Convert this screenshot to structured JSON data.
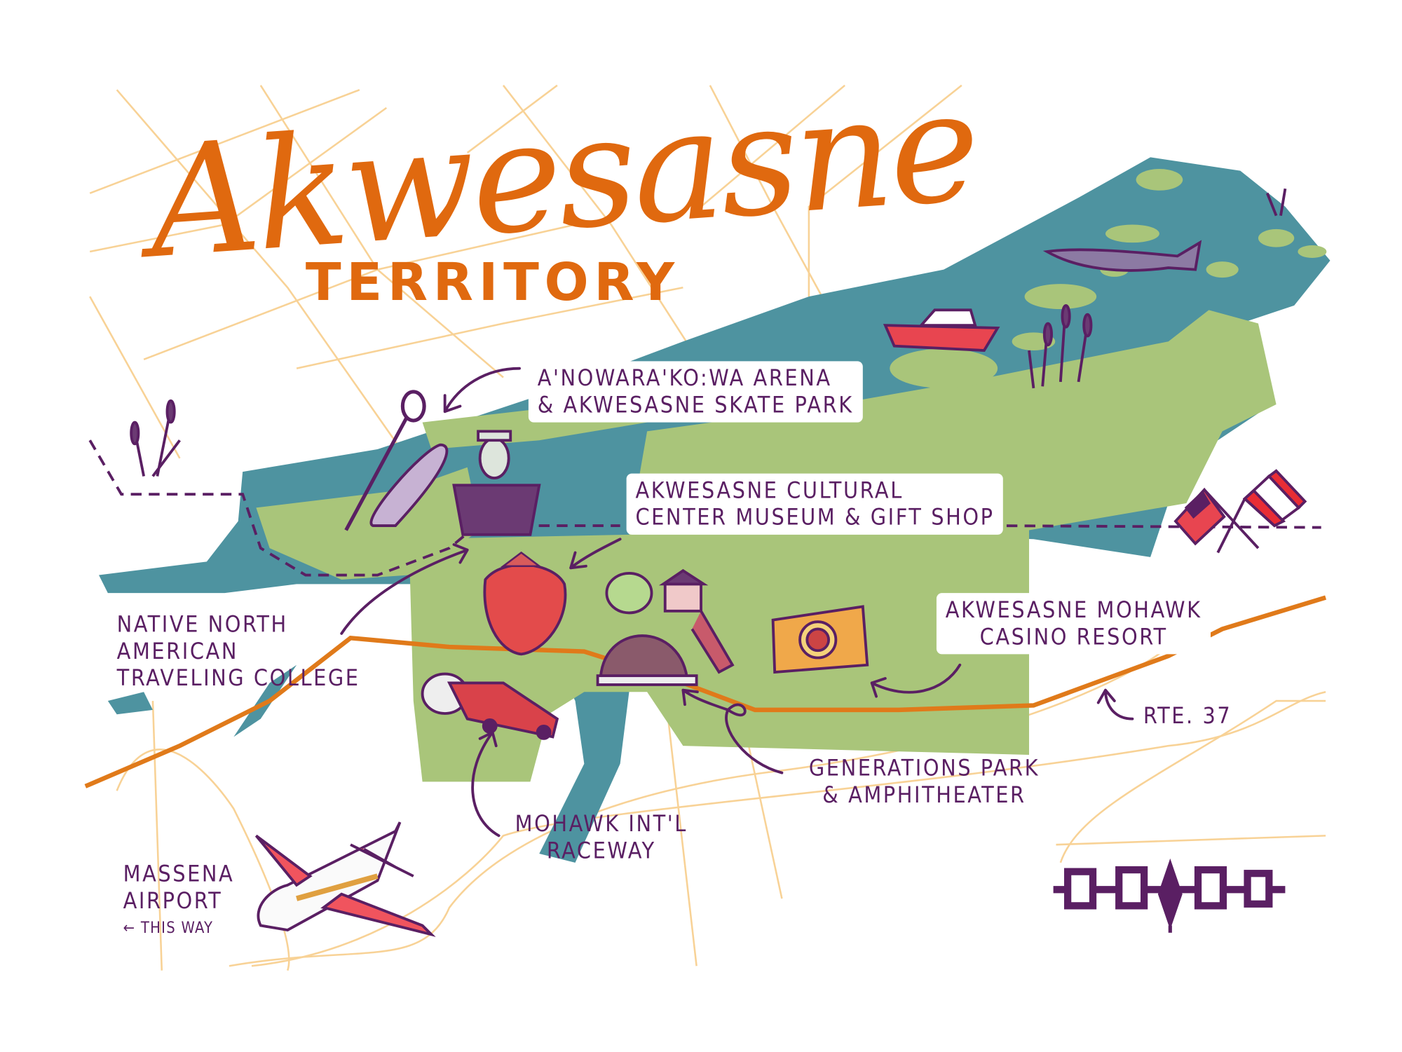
{
  "title": "Akwesasne",
  "subtitle": "TERRITORY",
  "colors": {
    "title": "#e0690f",
    "water": "#4e93a0",
    "land": "#a9c57a",
    "ink": "#5a1f63",
    "route": "#e07a1a",
    "roads": "#f8d296"
  },
  "labels": {
    "arena": [
      "A'NOWARA'KO:WA ARENA",
      "& AKWESASNE SKATE PARK"
    ],
    "cultural": [
      "AKWESASNE CULTURAL",
      "CENTER MUSEUM & GIFT SHOP"
    ],
    "college": [
      "NATIVE NORTH",
      "AMERICAN",
      "TRAVELING COLLEGE"
    ],
    "casino": [
      "AKWESASNE MOHAWK",
      "CASINO RESORT"
    ],
    "route": "RTE. 37",
    "generations": [
      "GENERATIONS PARK",
      "& AMPHITHEATER"
    ],
    "raceway": [
      "MOHAWK INT'L",
      "RACEWAY"
    ],
    "airport": [
      "MASSENA",
      "AIRPORT",
      "← THIS WAY"
    ]
  },
  "icons": [
    "lacrosse-stick-icon",
    "skateboard-icon",
    "bust-icon",
    "strawberry-icon",
    "playground-icon",
    "casino-sign-icon",
    "race-car-icon",
    "airplane-icon",
    "wampum-belt-icon",
    "us-flag-icon",
    "canada-flag-icon",
    "boat-icon",
    "sturgeon-icon",
    "cattails-icon"
  ]
}
